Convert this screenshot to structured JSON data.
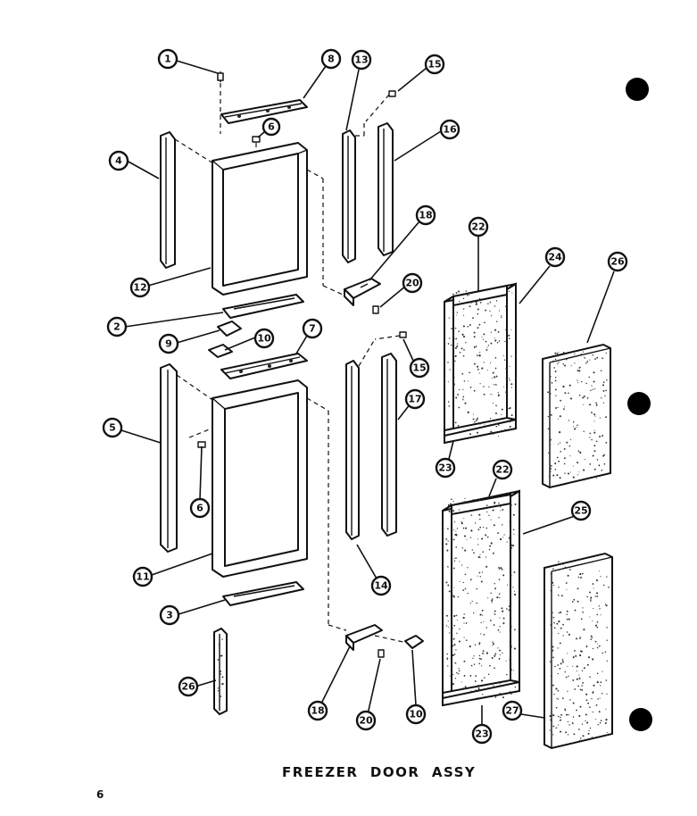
{
  "title": "FREEZER  DOOR  ASSY",
  "page_number": "6",
  "callouts": [
    {
      "id": "c1",
      "label": "1"
    },
    {
      "id": "c2",
      "label": "2"
    },
    {
      "id": "c3",
      "label": "3"
    },
    {
      "id": "c4",
      "label": "4"
    },
    {
      "id": "c5",
      "label": "5"
    },
    {
      "id": "c6a",
      "label": "6"
    },
    {
      "id": "c6b",
      "label": "6"
    },
    {
      "id": "c7",
      "label": "7"
    },
    {
      "id": "c8",
      "label": "8"
    },
    {
      "id": "c9",
      "label": "9"
    },
    {
      "id": "c10a",
      "label": "10"
    },
    {
      "id": "c10b",
      "label": "10"
    },
    {
      "id": "c11",
      "label": "11"
    },
    {
      "id": "c12",
      "label": "12"
    },
    {
      "id": "c13",
      "label": "13"
    },
    {
      "id": "c14",
      "label": "14"
    },
    {
      "id": "c15a",
      "label": "15"
    },
    {
      "id": "c15b",
      "label": "15"
    },
    {
      "id": "c16",
      "label": "16"
    },
    {
      "id": "c17",
      "label": "17"
    },
    {
      "id": "c18a",
      "label": "18"
    },
    {
      "id": "c18b",
      "label": "18"
    },
    {
      "id": "c20a",
      "label": "20"
    },
    {
      "id": "c20b",
      "label": "20"
    },
    {
      "id": "c22a",
      "label": "22"
    },
    {
      "id": "c22b",
      "label": "22"
    },
    {
      "id": "c23a",
      "label": "23"
    },
    {
      "id": "c23b",
      "label": "23"
    },
    {
      "id": "c24",
      "label": "24"
    },
    {
      "id": "c25",
      "label": "25"
    },
    {
      "id": "c26a",
      "label": "26"
    },
    {
      "id": "c26b",
      "label": "26"
    },
    {
      "id": "c27",
      "label": "27"
    }
  ]
}
